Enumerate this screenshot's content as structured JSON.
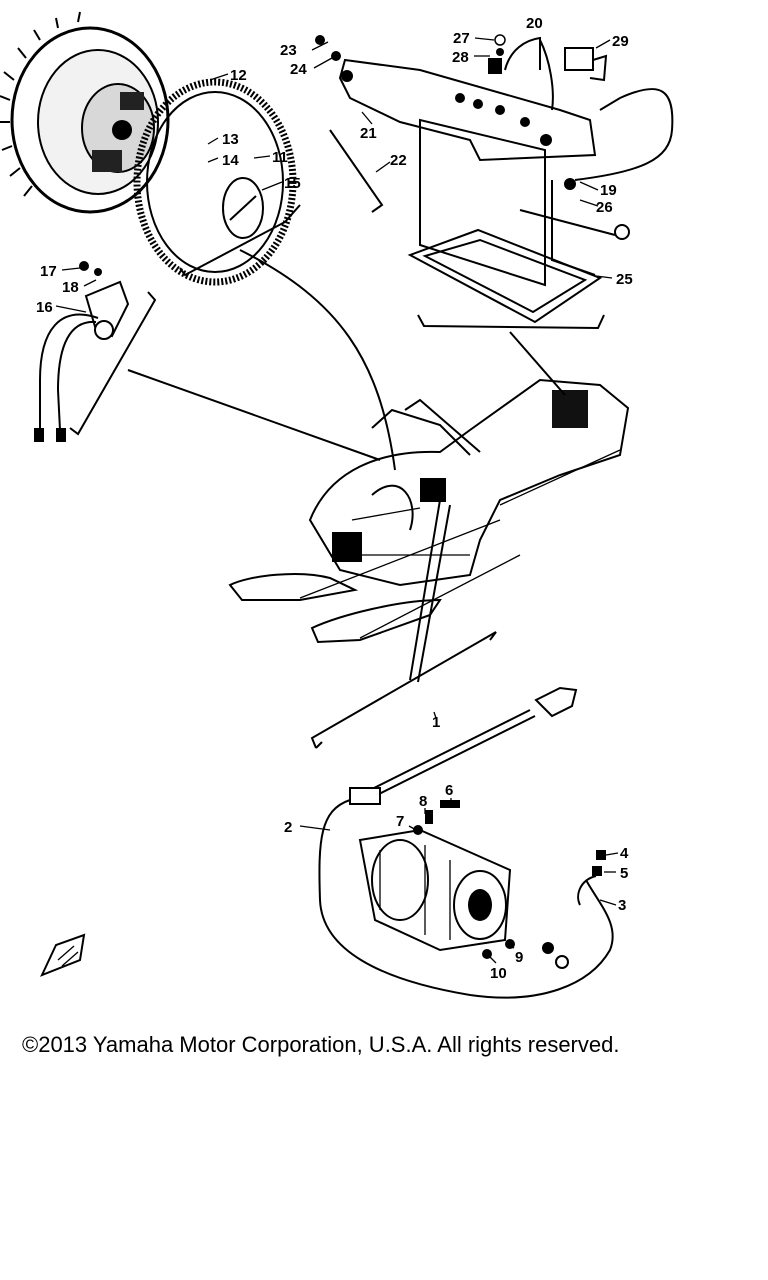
{
  "callouts": [
    "1",
    "2",
    "3",
    "4",
    "5",
    "6",
    "7",
    "8",
    "9",
    "10",
    "11",
    "12",
    "13",
    "14",
    "15",
    "16",
    "17",
    "18",
    "19",
    "20",
    "21",
    "22",
    "23",
    "24",
    "25",
    "26",
    "27",
    "28",
    "29"
  ],
  "footer": {
    "copyright": "©2013 Yamaha Motor Corporation, U.S.A. All rights reserved."
  }
}
